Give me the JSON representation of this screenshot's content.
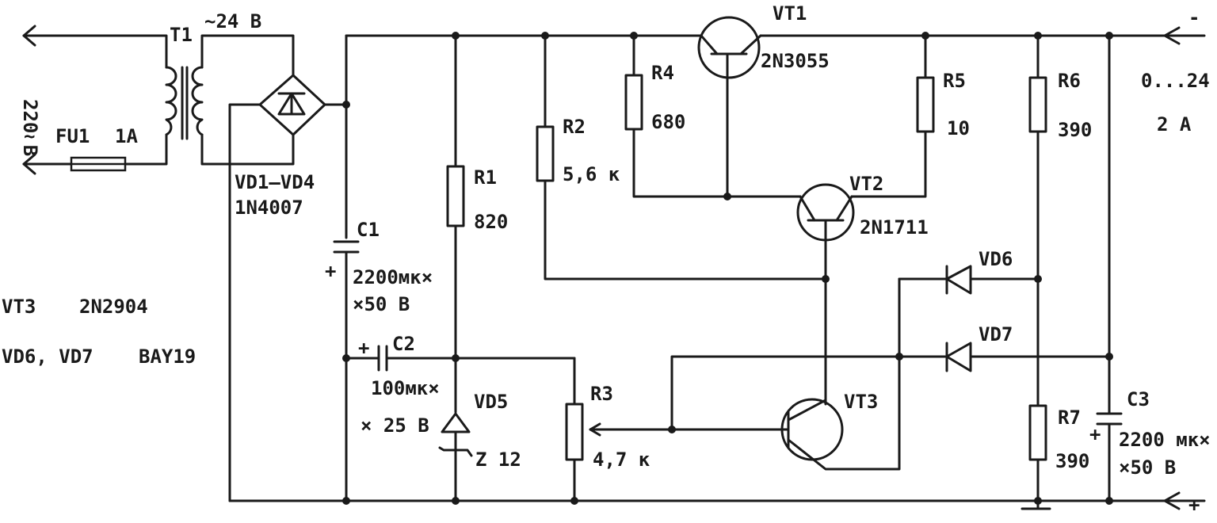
{
  "input": {
    "voltage": "220 В",
    "fuse_name": "FU1",
    "fuse_rating": "1A",
    "ac_symbol": "~"
  },
  "transformer": {
    "name": "T1",
    "secondary": "~24 В"
  },
  "bridge": {
    "name": "VD1—VD4",
    "part": "1N4007"
  },
  "c1": {
    "name": "C1",
    "value1": "2200мк×",
    "value2": "×50 В"
  },
  "c2": {
    "name": "C2",
    "value1": "100мк×",
    "value2": "× 25 В"
  },
  "c3": {
    "name": "C3",
    "value1": "2200 мк×",
    "value2": "×50 В"
  },
  "r1": {
    "name": "R1",
    "value": "820"
  },
  "r2": {
    "name": "R2",
    "value": "5,6 к"
  },
  "r3": {
    "name": "R3",
    "value": "4,7 к"
  },
  "r4": {
    "name": "R4",
    "value": "680"
  },
  "r5": {
    "name": "R5",
    "value": "10"
  },
  "r6": {
    "name": "R6",
    "value": "390"
  },
  "r7": {
    "name": "R7",
    "value": "390"
  },
  "vt1": {
    "name": "VT1",
    "part": "2N3055"
  },
  "vt2": {
    "name": "VT2",
    "part": "2N1711"
  },
  "vt3": {
    "name": "VT3"
  },
  "vd5": {
    "name": "VD5",
    "value": "Z 12"
  },
  "vd6": {
    "name": "VD6"
  },
  "vd7": {
    "name": "VD7"
  },
  "output": {
    "range": "0...24 В",
    "current": "2 А",
    "minus": "-",
    "plus": "+"
  },
  "notes": {
    "line1_a": "VT3",
    "line1_b": "2N2904",
    "line2_a": "VD6, VD7",
    "line2_b": "BAY19"
  }
}
